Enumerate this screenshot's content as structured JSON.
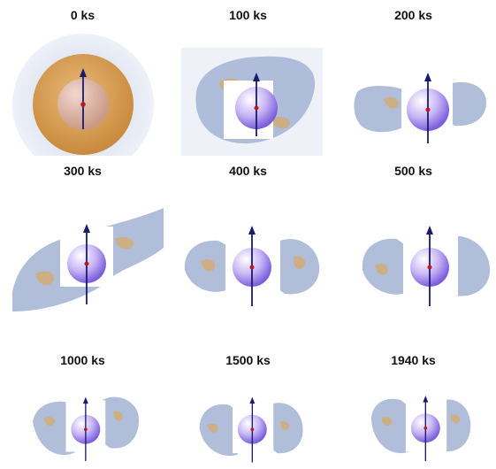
{
  "panels": [
    {
      "label": "0 ks",
      "stage": "initial"
    },
    {
      "label": "100 ks",
      "stage": "tilted-ring"
    },
    {
      "label": "200 ks",
      "stage": "split-lobes"
    },
    {
      "label": "300 ks",
      "stage": "extended-lobes"
    },
    {
      "label": "400 ks",
      "stage": "lobes"
    },
    {
      "label": "500 ks",
      "stage": "lobes"
    },
    {
      "label": "1000 ks",
      "stage": "lobes"
    },
    {
      "label": "1500 ks",
      "stage": "lobes"
    },
    {
      "label": "1940 ks",
      "stage": "lobes"
    }
  ],
  "colors": {
    "halo": "#c9d3e6",
    "envelope": "#d9a35a",
    "lobe": "#a9b7d6",
    "lobe_warm": "#d8a861",
    "star": "#9b7fe8",
    "star_highlight": "#ffffff",
    "core": "#b41e1e",
    "axis": "#1a1a6e"
  }
}
